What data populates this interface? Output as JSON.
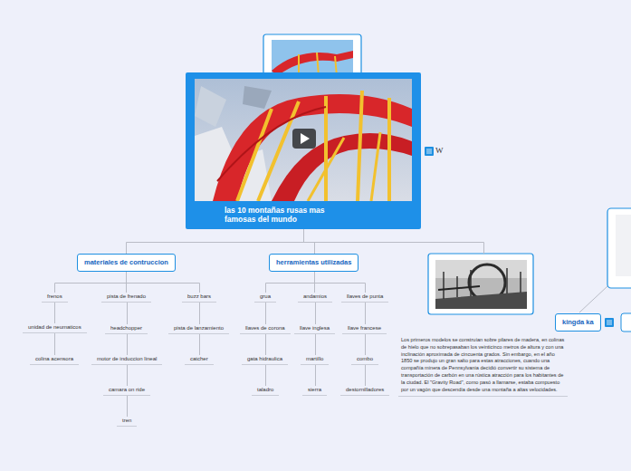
{
  "diagram": {
    "nodes": [
      {
        "text": [
          "las 10 montañas rusas mas famosas del mundo"
        ]
      },
      {
        "text": [
          "materiales de contruccion"
        ]
      },
      {
        "text": [
          "frenos"
        ]
      },
      {
        "text": [
          "unidad de neumaticos"
        ]
      },
      {
        "text": [
          "colina acensora"
        ]
      },
      {
        "text": [
          "pista de frenado"
        ]
      },
      {
        "text": [
          "headchopper"
        ]
      },
      {
        "text": [
          "motor de induccion lineal"
        ]
      },
      {
        "text": [
          "camara on ride"
        ]
      },
      {
        "text": [
          "tren"
        ]
      },
      {
        "text": [
          "buzz bars"
        ]
      },
      {
        "text": [
          "pista de lanzamiento"
        ]
      },
      {
        "text": [
          "catcher"
        ]
      },
      {
        "text": [
          "herramientas utilizadas"
        ]
      },
      {
        "text": [
          "grua"
        ]
      },
      {
        "text": [
          "llaves de corona"
        ]
      },
      {
        "text": [
          "gata hidraulica"
        ]
      },
      {
        "text": [
          "taladro"
        ]
      },
      {
        "text": [
          "andamios"
        ]
      },
      {
        "text": [
          "llave inglesa"
        ]
      },
      {
        "text": [
          "martillo"
        ]
      },
      {
        "text": [
          "sierra"
        ]
      },
      {
        "text": [
          "llaves de punta"
        ]
      },
      {
        "text": [
          "llave francese"
        ]
      },
      {
        "text": [
          "combo"
        ]
      },
      {
        "text": [
          "destornilladores"
        ]
      },
      {
        "text": [
          "Los primeros modelos se construían sobre pilares de madera, en colinas de hielo que no sobrepasaban los veinticinco metros de altura y con una inclinación aproximada de cincuenta grados. Sin embargo, en el año 1850 se produjo un gran salto para estas atracciones, cuando una compañía minera de Pennsylvania decidió convertir su sistema de transportación de carbón en una rústica atracción para los habitantes de la ciudad. El \"Gravity Road\", como pasó a llamarse, estaba compuesto por un vagón que descendía desde una montaña a altas velocidades."
        ]
      },
      {
        "text": [
          "kingda ka"
        ]
      }
    ],
    "edges": [
      {
        "from": 0,
        "to": 1,
        "arrow": "none"
      },
      {
        "from": 0,
        "to": 13,
        "arrow": "none"
      },
      {
        "from": 0,
        "to": 26,
        "arrow": "none"
      },
      {
        "from": 1,
        "to": 2,
        "arrow": "none"
      },
      {
        "from": 2,
        "to": 3,
        "arrow": "none"
      },
      {
        "from": 3,
        "to": 4,
        "arrow": "none"
      },
      {
        "from": 1,
        "to": 5,
        "arrow": "none"
      },
      {
        "from": 5,
        "to": 6,
        "arrow": "none"
      },
      {
        "from": 6,
        "to": 7,
        "arrow": "none"
      },
      {
        "from": 7,
        "to": 8,
        "arrow": "none"
      },
      {
        "from": 8,
        "to": 9,
        "arrow": "none"
      },
      {
        "from": 1,
        "to": 10,
        "arrow": "none"
      },
      {
        "from": 10,
        "to": 11,
        "arrow": "none"
      },
      {
        "from": 11,
        "to": 12,
        "arrow": "none"
      },
      {
        "from": 13,
        "to": 14,
        "arrow": "none"
      },
      {
        "from": 14,
        "to": 15,
        "arrow": "none"
      },
      {
        "from": 15,
        "to": 16,
        "arrow": "none"
      },
      {
        "from": 16,
        "to": 17,
        "arrow": "none"
      },
      {
        "from": 13,
        "to": 18,
        "arrow": "none"
      },
      {
        "from": 18,
        "to": 19,
        "arrow": "none"
      },
      {
        "from": 19,
        "to": 20,
        "arrow": "none"
      },
      {
        "from": 20,
        "to": 21,
        "arrow": "none"
      },
      {
        "from": 13,
        "to": 22,
        "arrow": "none"
      },
      {
        "from": 22,
        "to": 23,
        "arrow": "none"
      },
      {
        "from": 23,
        "to": 24,
        "arrow": "none"
      },
      {
        "from": 24,
        "to": 25,
        "arrow": "none"
      }
    ],
    "labels": [
      "W"
    ]
  }
}
